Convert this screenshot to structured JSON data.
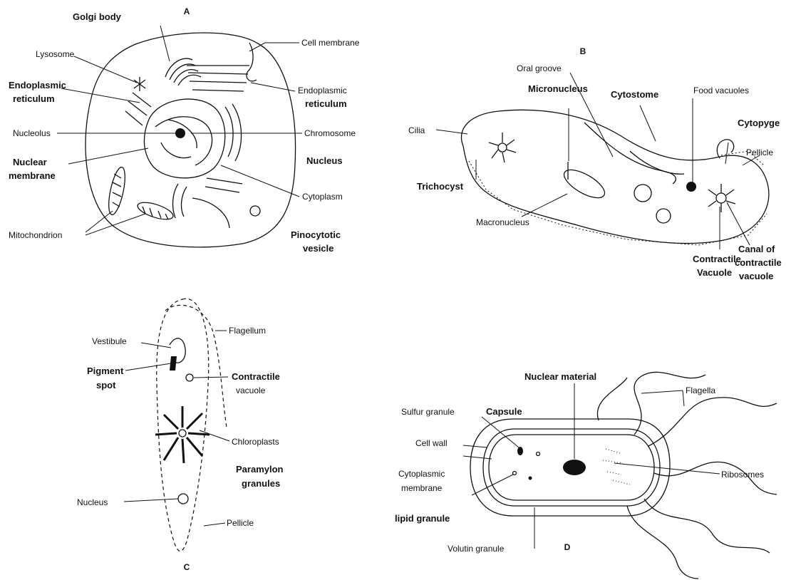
{
  "panels": {
    "a": {
      "letter": "A",
      "labels": {
        "golgi_body": "Golgi body",
        "cell_membrane": "Cell membrane",
        "lysosome": "Lysosome",
        "endoplasmic_reticulum_left_1": "Endoplasmic",
        "endoplasmic_reticulum_left_2": "reticulum",
        "endoplasmic_reticulum_right_1": "Endoplasmic",
        "endoplasmic_reticulum_right_2": "reticulum",
        "nucleolus": "Nucleolus",
        "chromosome": "Chromosome",
        "nuclear_membrane_1": "Nuclear",
        "nuclear_membrane_2": "membrane",
        "nucleus": "Nucleus",
        "cytoplasm": "Cytoplasm",
        "mitochondrion": "Mitochondrion",
        "pinocytotic_vesicle_1": "Pinocytotic",
        "pinocytotic_vesicle_2": "vesicle"
      }
    },
    "b": {
      "letter": "B",
      "labels": {
        "oral_groove": "Oral groove",
        "micronucleus": "Micronucleus",
        "cytostome": "Cytostome",
        "food_vacuoles": "Food vacuoles",
        "cilia": "Cilia",
        "cytopyge": "Cytopyge",
        "pellicle": "Pellicle",
        "trichocyst": "Trichocyst",
        "macronucleus": "Macronucleus",
        "contractile_vacuole_1": "Contractile",
        "contractile_vacuole_2": "Vacuole",
        "canal_1": "Canal of",
        "canal_2": "contractile",
        "canal_3": "vacuole"
      }
    },
    "c": {
      "letter": "C",
      "labels": {
        "flagellum": "Flagellum",
        "vestibule": "Vestibule",
        "pigment_spot_1": "Pigment",
        "pigment_spot_2": "spot",
        "contractile_vacuole_1": "Contractile",
        "contractile_vacuole_2": "vacuole",
        "chloroplasts": "Chloroplasts",
        "paramylon_1": "Paramylon",
        "paramylon_2": "granules",
        "nucleus": "Nucleus",
        "pellicle": "Pellicle"
      }
    },
    "d": {
      "letter": "D",
      "labels": {
        "nuclear_material": "Nuclear material",
        "flagella": "Flagella",
        "sulfur_granule": "Sulfur granule",
        "capsule": "Capsule",
        "cell_wall": "Cell wall",
        "cytoplasmic_membrane_1": "Cytoplasmic",
        "cytoplasmic_membrane_2": "membrane",
        "ribosomes": "Ribosomes",
        "lipid_granule": "lipid granule",
        "volutin_granule": "Volutin granule"
      }
    }
  }
}
